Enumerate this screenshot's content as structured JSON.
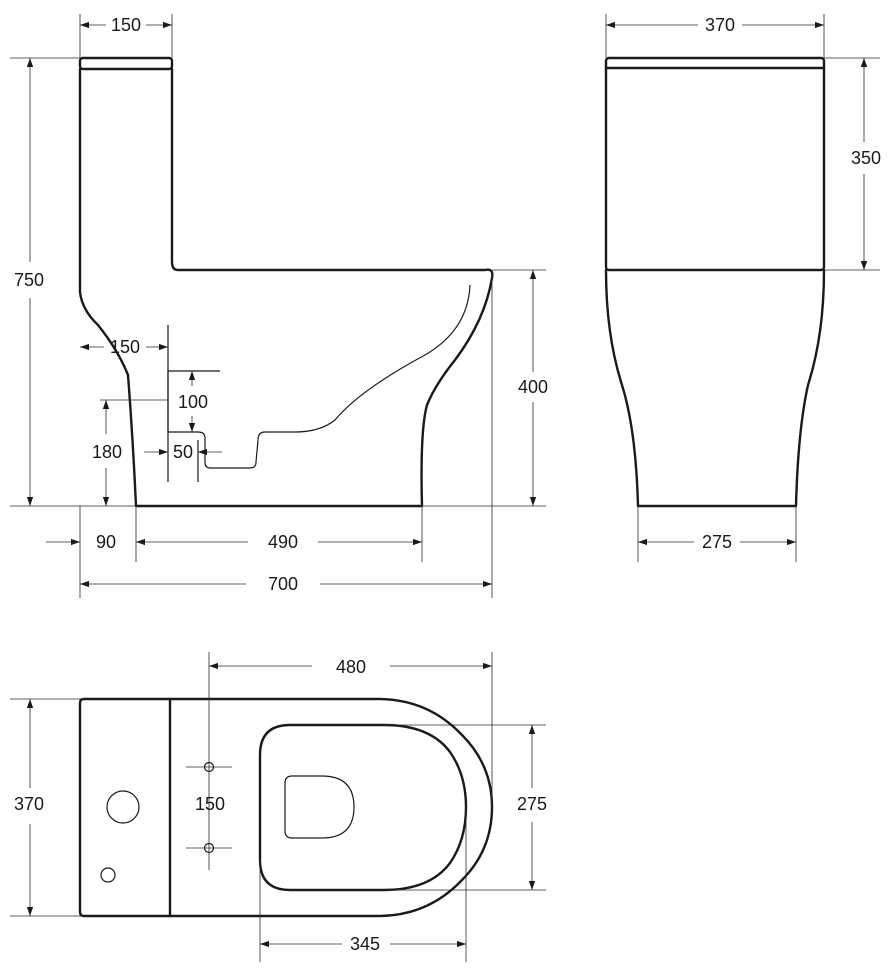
{
  "labels": {
    "side_tank_width": "150",
    "side_total_height": "750",
    "side_outlet_offset": "150",
    "side_outlet_step": "100",
    "side_outlet_height": "180",
    "side_outlet_pipe": "50",
    "side_rim_height": "400",
    "side_front_gap": "90",
    "side_base_length": "490",
    "side_total_length": "700",
    "front_width": "370",
    "front_tank_height": "350",
    "front_base_width": "275",
    "top_length": "480",
    "top_width": "370",
    "top_hole_spacing": "150",
    "top_seat_width": "275",
    "top_seat_length": "345"
  }
}
